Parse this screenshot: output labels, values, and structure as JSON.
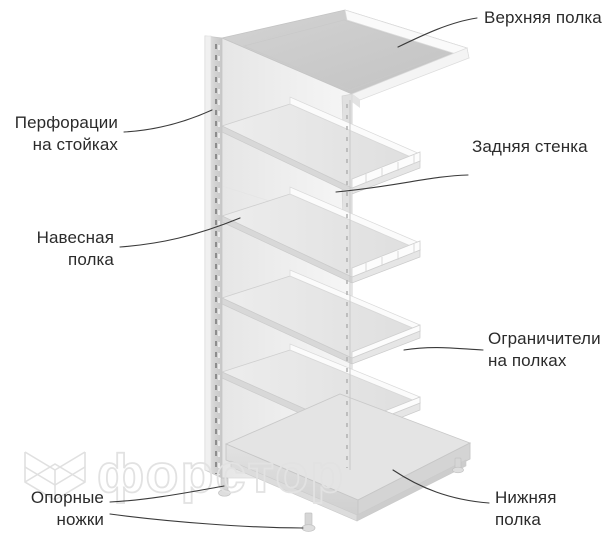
{
  "image": {
    "kind": "technical-illustration",
    "subject": "Стеллаж торговый пристенный",
    "background_color": "#ffffff",
    "label_color": "#2b2b2b",
    "leader_color": "#3a3a3a",
    "watermark_color": "#e3e3e3"
  },
  "watermark": {
    "text": "форстор",
    "logo_name": "cube-logo"
  },
  "labels": {
    "top_shelf": "Верхняя полка",
    "back_wall": "Задняя стенка",
    "shelf_stoppers": "Ограничители\nна полках",
    "bottom_shelf": "Нижняя\nполка",
    "perforations": "Перфорации\nна стойках",
    "hanging_shelf": "Навесная\nполка",
    "support_feet": "Опорные\nножки"
  },
  "parts": {
    "top_shelf": "верхняя полка",
    "back_wall": "задняя стенка",
    "upright_post": "перфорированная стойка",
    "shelf": "навесная полка",
    "stopper_rail": "ограничитель на полке",
    "base_plinth": "нижняя полка",
    "foot": "опорная ножка"
  },
  "palette": {
    "panel_light": "#f2f2f2",
    "panel_mid": "#dcdcdc",
    "panel_dark": "#c9c9c9",
    "shelf_top": "#ececec",
    "shelf_edge": "#ffffff",
    "outline": "#bdbdbd"
  }
}
